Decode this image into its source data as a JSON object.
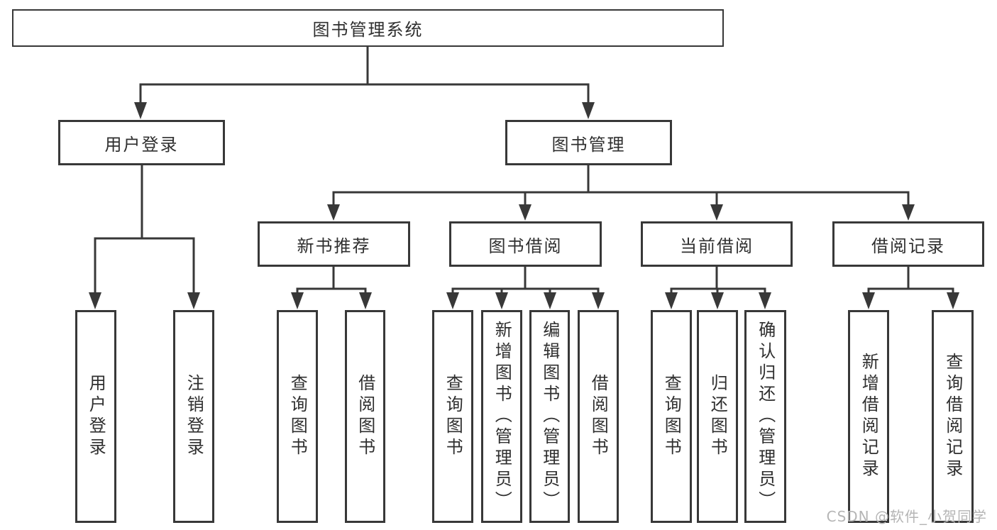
{
  "diagram": {
    "type": "hierarchy-tree",
    "orientation": "top-down",
    "tree": {
      "label": "图书管理系统",
      "children": [
        {
          "label": "用户登录",
          "children": [
            {
              "label": "用户登录"
            },
            {
              "label": "注销登录"
            }
          ]
        },
        {
          "label": "图书管理",
          "children": [
            {
              "label": "新书推荐",
              "children": [
                {
                  "label": "查询图书"
                },
                {
                  "label": "借阅图书"
                }
              ]
            },
            {
              "label": "图书借阅",
              "children": [
                {
                  "label": "查询图书"
                },
                {
                  "label": "新增图书（管理员）"
                },
                {
                  "label": "编辑图书（管理员）"
                },
                {
                  "label": "借阅图书"
                }
              ]
            },
            {
              "label": "当前借阅",
              "children": [
                {
                  "label": "查询图书"
                },
                {
                  "label": "归还图书"
                },
                {
                  "label": "确认归还（管理员）"
                }
              ]
            },
            {
              "label": "借阅记录",
              "children": [
                {
                  "label": "新增借阅记录"
                },
                {
                  "label": "查询借阅记录"
                }
              ]
            }
          ]
        }
      ]
    },
    "colors": {
      "line": "#383838",
      "node_border": "#383838",
      "node_fill": "#ffffff",
      "text": "#2f2f2f",
      "watermark_text": "#b5b5b5",
      "background": "#ffffff"
    }
  },
  "watermark": {
    "text": "CSDN @软件_小贺同学"
  }
}
